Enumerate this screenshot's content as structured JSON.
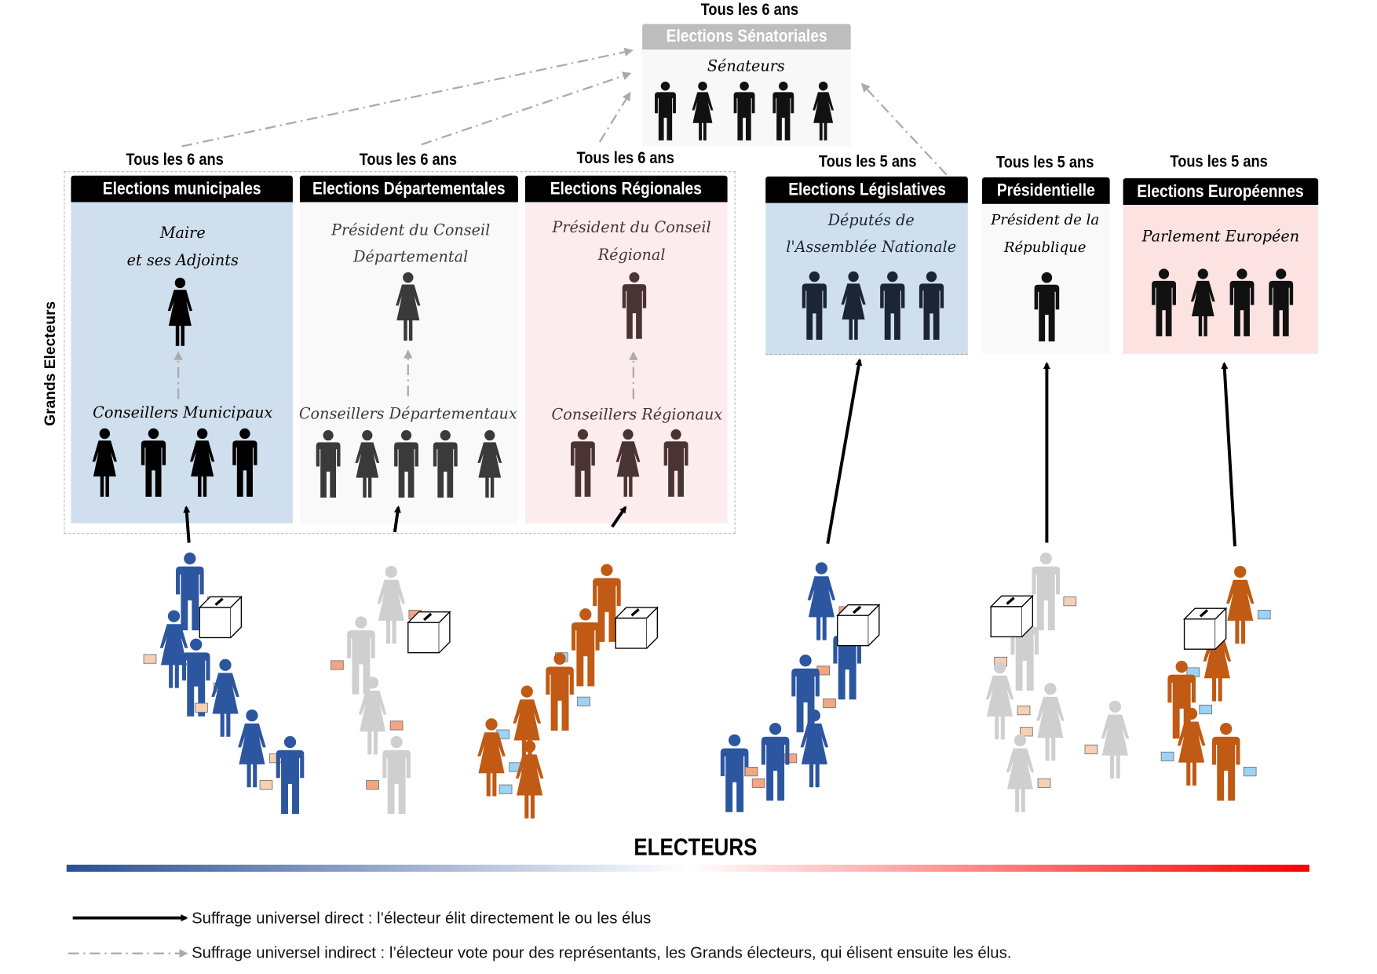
{
  "senate": {
    "frequency": "Tous les 6 ans",
    "title": "Elections Sénatoriales",
    "elected": "Sénateurs",
    "figures": [
      "m",
      "f",
      "m",
      "m",
      "f"
    ]
  },
  "side_label": "Grands Electeurs",
  "municipal": {
    "frequency": "Tous les 6 ans",
    "title": "Elections municipales",
    "elected_line1": "Maire",
    "elected_line2": "et ses Adjoints",
    "electors": "Conseillers Municipaux",
    "top_figures": [
      "f"
    ],
    "elector_figures": [
      "f",
      "m",
      "f",
      "m"
    ],
    "bg": "#d0dfee",
    "fig_color": "#000000"
  },
  "departmental": {
    "frequency": "Tous les 6 ans",
    "title": "Elections Départementales",
    "elected_line1": "Président du Conseil",
    "elected_line2": "Départemental",
    "electors": "Conseillers Départementaux",
    "top_figures": [
      "f"
    ],
    "elector_figures": [
      "m",
      "f",
      "m",
      "m",
      "f"
    ],
    "bg": "#f9f9f9",
    "fig_color": "#3a3a3a"
  },
  "regional": {
    "frequency": "Tous les 6 ans",
    "title": "Elections Régionales",
    "elected_line1": "Président du Conseil",
    "elected_line2": "Régional",
    "electors": "Conseillers Régionaux",
    "top_figures": [
      "m"
    ],
    "elector_figures": [
      "m",
      "f",
      "m"
    ],
    "bg": "#fdeced",
    "fig_color": "#4a3433"
  },
  "legislative": {
    "frequency": "Tous les 5 ans",
    "title": "Elections Législatives",
    "elected_line1": "Députés de",
    "elected_line2": "l'Assemblée Nationale",
    "figures": [
      "m",
      "f",
      "m",
      "m"
    ],
    "bg": "#cfdfee",
    "fig_color": "#1b2533"
  },
  "presidential": {
    "frequency": "Tous les 5 ans",
    "title": "Présidentielle",
    "elected_line1": "Président de la",
    "elected_line2": "République",
    "figures": [
      "m"
    ],
    "bg": "#f9f9f9",
    "fig_color": "#111111"
  },
  "european": {
    "frequency": "Tous les 5 ans",
    "title": "Elections Européennes",
    "elected_line1": "Parlement Européen",
    "figures": [
      "m",
      "f",
      "m",
      "m"
    ],
    "bg": "#fde2e2",
    "fig_color": "#111111"
  },
  "electors_label": "ELECTEURS",
  "colors": {
    "blue": "#2c56a0",
    "gray": "#cfcfcf",
    "orange": "#c05a14",
    "gradient_start": "#2c4f94",
    "gradient_end": "#ff0000"
  },
  "legend": {
    "direct": "Suffrage universel direct : l’électeur élit directement le ou les élus",
    "indirect": "Suffrage universel indirect : l’électeur vote pour des représentants, les Grands électeurs, qui élisent ensuite les élus."
  }
}
